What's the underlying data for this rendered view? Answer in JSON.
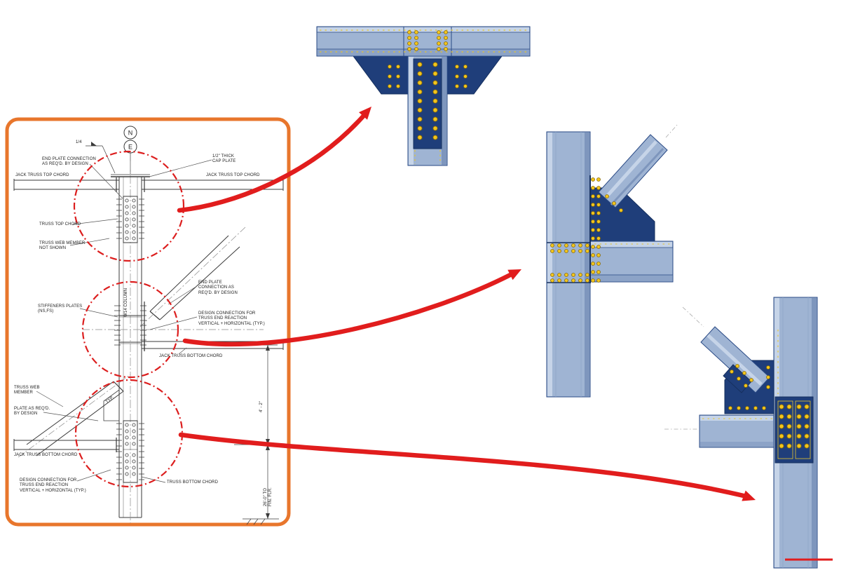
{
  "palette": {
    "frame_orange": "#E8762C",
    "marker_red": "#DC1E1E",
    "arrow_red": "#E11D1D",
    "steel_light": "#9FB4D3",
    "steel_highlight": "#C6D4E8",
    "steel_shadow": "#7E96BD",
    "plate_navy": "#1F3E7A",
    "plate_navy_dark": "#16305F",
    "bolt_yellow": "#F2C51D",
    "drawing_line": "#3A3A3A"
  },
  "drawing": {
    "compass_n": "N",
    "compass_e": "E",
    "weld_note": "1/4",
    "labels": {
      "end_plate_top": "END PLATE CONNECTION\nAS REQ'D. BY DESIGN",
      "cap_plate": "1/2\" THICK\nCAP PLATE",
      "jack_top_left": "JACK TRUSS TOP CHORD",
      "jack_top_right": "JACK TRUSS TOP CHORD",
      "truss_top_chord": "TRUSS TOP CHORD",
      "web_not_shown": "TRUSS WEB MEMBER\nNOT SHOWN",
      "end_plate_mid": "END PLATE\nCONNECTION AS\nREQ'D. BY DESIGN",
      "stiffeners": "STIFFENERS PLATES\n(NS,FS)",
      "w14_column": "W14 COLUMN",
      "design_conn_mid": "DESIGN CONNECTION FOR\nTRUSS END REACTION\nVERTICAL + HORIZONTAL (TYP.)",
      "jack_bottom_right": "JACK TRUSS BOTTOM CHORD",
      "truss_web": "TRUSS WEB\nMEMBER",
      "plate_reqd": "PLATE AS REQ'D.\nBY DESIGN",
      "jack_bottom_left": "JACK TRUSS BOTTOM CHORD",
      "design_conn_bottom": "DESIGN CONNECTION FOR\nTRUSS END REACTION\nVERTICAL + HORIZONTAL (TYP.)",
      "truss_bottom_chord": "TRUSS BOTTOM CHORD",
      "typ_note": "TYP.",
      "dim_upper": "4' - 2\"",
      "dim_lower": "26'-0\" TO\nFIN. FLR."
    }
  }
}
